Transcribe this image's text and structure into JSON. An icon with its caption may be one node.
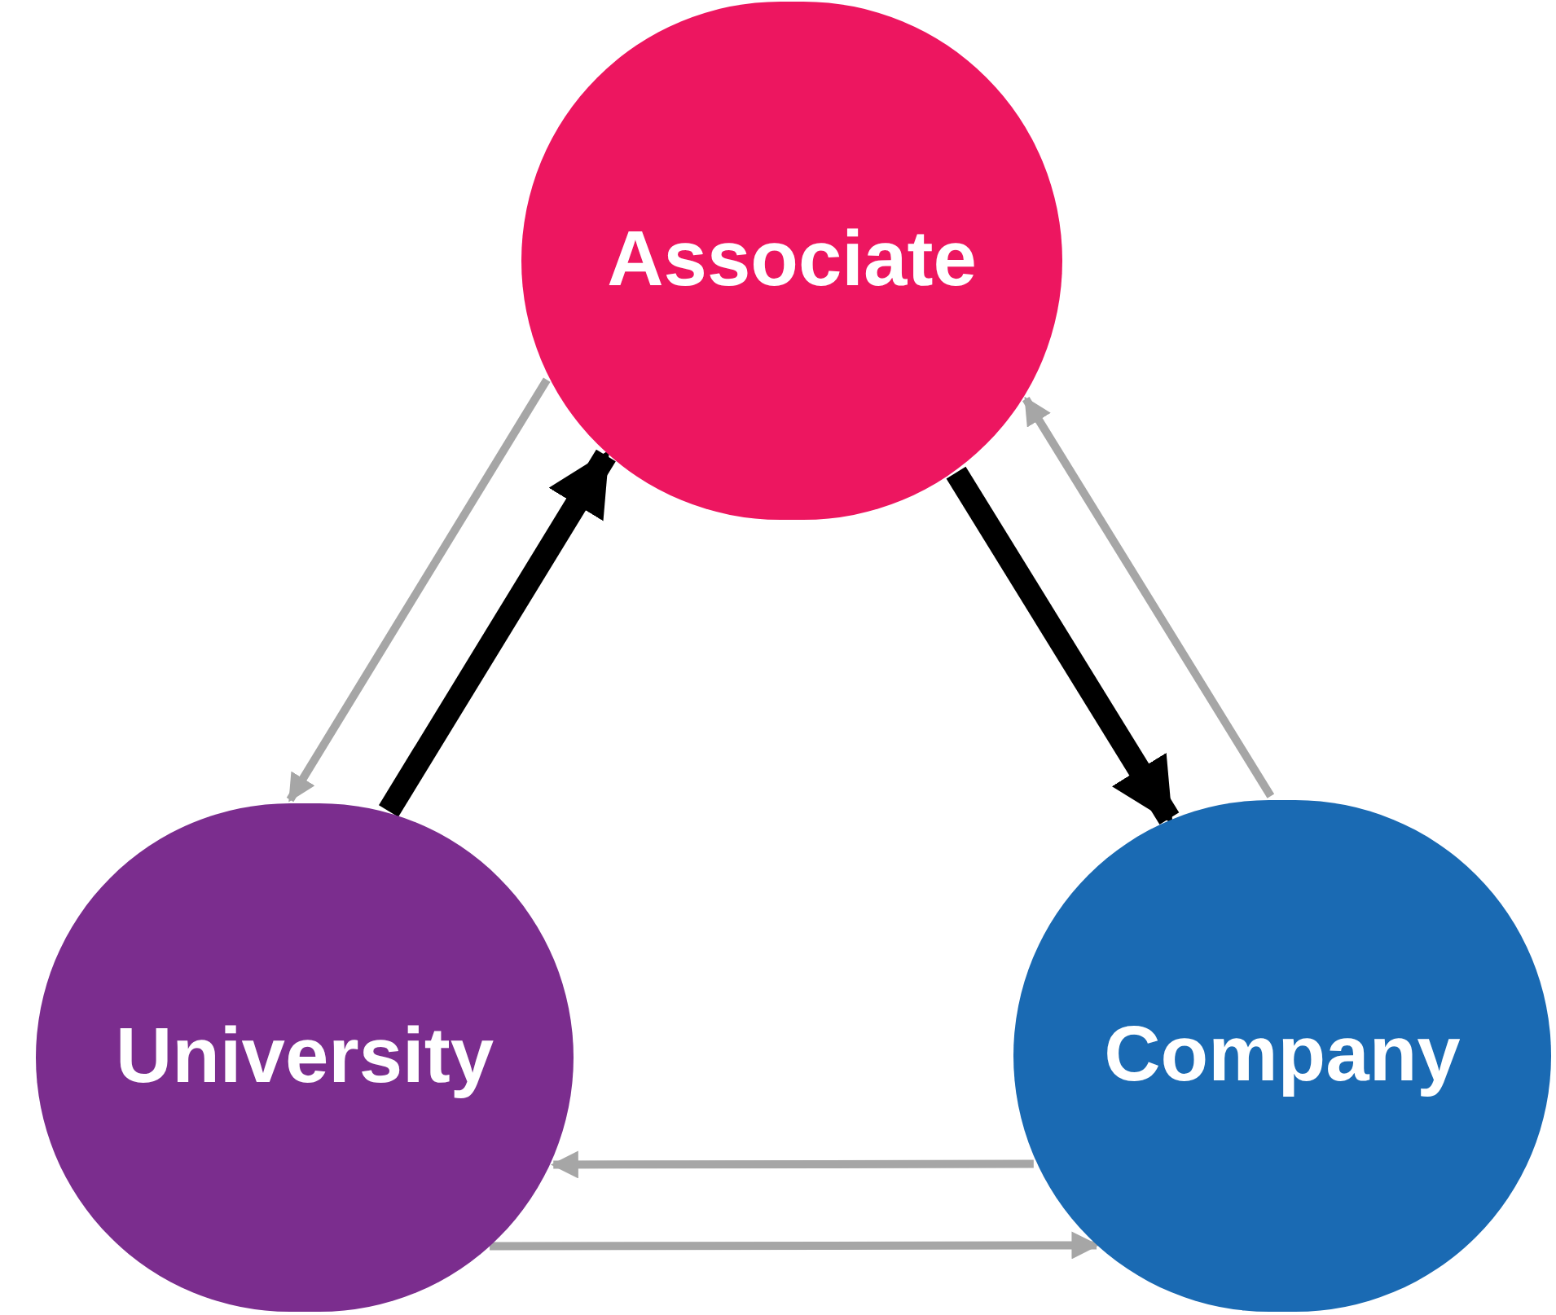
{
  "diagram": {
    "nodes": [
      {
        "text": [
          "Associate"
        ]
      },
      {
        "text": [
          "University"
        ]
      },
      {
        "text": [
          "Company"
        ]
      }
    ],
    "edges": [
      {
        "from": 1,
        "to": 0,
        "arrow": "to",
        "style": "thick",
        "color": "#000000"
      },
      {
        "from": 0,
        "to": 1,
        "arrow": "to"
      },
      {
        "from": 0,
        "to": 2,
        "arrow": "to",
        "style": "thick",
        "color": "#000000"
      },
      {
        "from": 2,
        "to": 0,
        "arrow": "to"
      },
      {
        "from": 2,
        "to": 1,
        "arrow": "to"
      },
      {
        "from": 1,
        "to": 2,
        "arrow": "to"
      }
    ]
  }
}
